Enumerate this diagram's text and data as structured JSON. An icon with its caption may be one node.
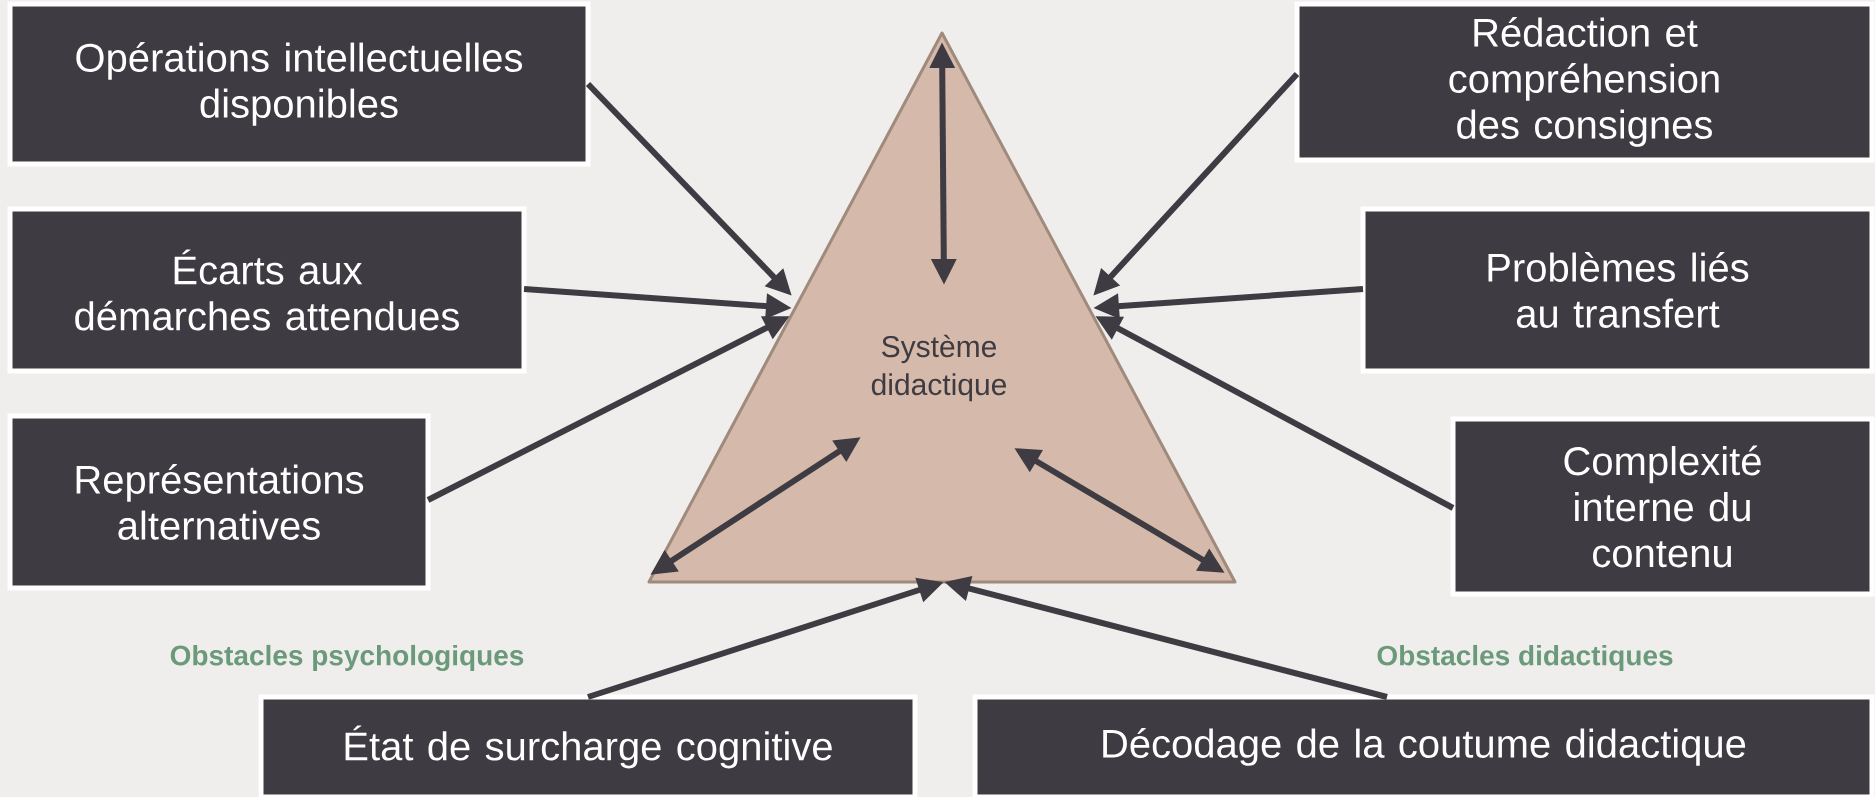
{
  "diagram": {
    "nodes": [
      {
        "text": [
          "Opérations intellectuelles disponibles"
        ]
      },
      {
        "text": [
          "Écarts aux démarches attendues"
        ]
      },
      {
        "text": [
          "Représentations alternatives"
        ]
      },
      {
        "text": [
          "Système didactique"
        ]
      },
      {
        "text": [
          "Rédaction et compréhension des consignes"
        ]
      },
      {
        "text": [
          "Problèmes liés au transfert"
        ]
      },
      {
        "text": [
          "Complexité interne du contenu"
        ]
      },
      {
        "text": [
          "État de surcharge cognitive"
        ]
      },
      {
        "text": [
          "Décodage de la coutume didactique"
        ]
      }
    ],
    "edges": [
      {
        "from": 0,
        "to": 3,
        "arrow": "to"
      },
      {
        "from": 1,
        "to": 3,
        "arrow": "to"
      },
      {
        "from": 2,
        "to": 3,
        "arrow": "to"
      },
      {
        "from": 4,
        "to": 3,
        "arrow": "to"
      },
      {
        "from": 5,
        "to": 3,
        "arrow": "to"
      },
      {
        "from": 6,
        "to": 3,
        "arrow": "to"
      },
      {
        "from": 7,
        "to": 3,
        "arrow": "to"
      },
      {
        "from": 8,
        "to": 3,
        "arrow": "to"
      }
    ],
    "labels": [
      "Obstacles psychologiques",
      "Obstacles didactiques"
    ]
  }
}
